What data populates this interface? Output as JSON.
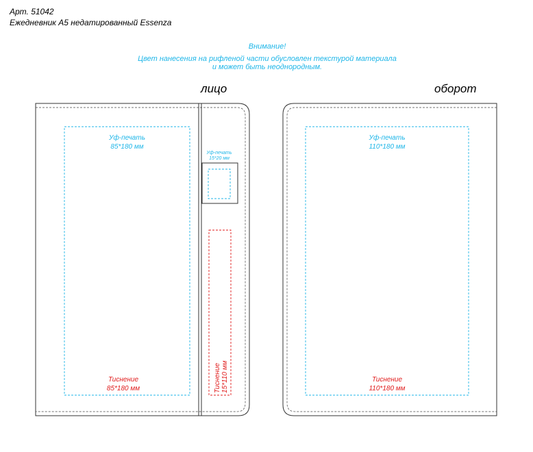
{
  "header": {
    "article": "Арт. 51042",
    "product": "Ежедневник А5 недатированный Essenza"
  },
  "notice": {
    "title": "Внимание!",
    "line1": "Цвет нанесения на рифленой части обусловлен текстурой материала",
    "line2": "и может быть неоднородным."
  },
  "front": {
    "label": "лицо",
    "uv_area": {
      "title": "Уф-печать",
      "size": "85*180 мм"
    },
    "emboss_area": {
      "title": "Тиснение",
      "size": "85*180 мм"
    },
    "spine_uv": {
      "title": "Уф-печать",
      "size": "15*20 мм"
    },
    "spine_emboss": {
      "title": "Тиснение",
      "size": "15*110 мм"
    }
  },
  "back": {
    "label": "оборот",
    "uv_area": {
      "title": "Уф-печать",
      "size": "110*180 мм"
    },
    "emboss_area": {
      "title": "Тиснение",
      "size": "110*180 мм"
    }
  },
  "colors": {
    "uv_print": "#1fb6e8",
    "embossing": "#e01b1b",
    "outline": "#333333"
  }
}
